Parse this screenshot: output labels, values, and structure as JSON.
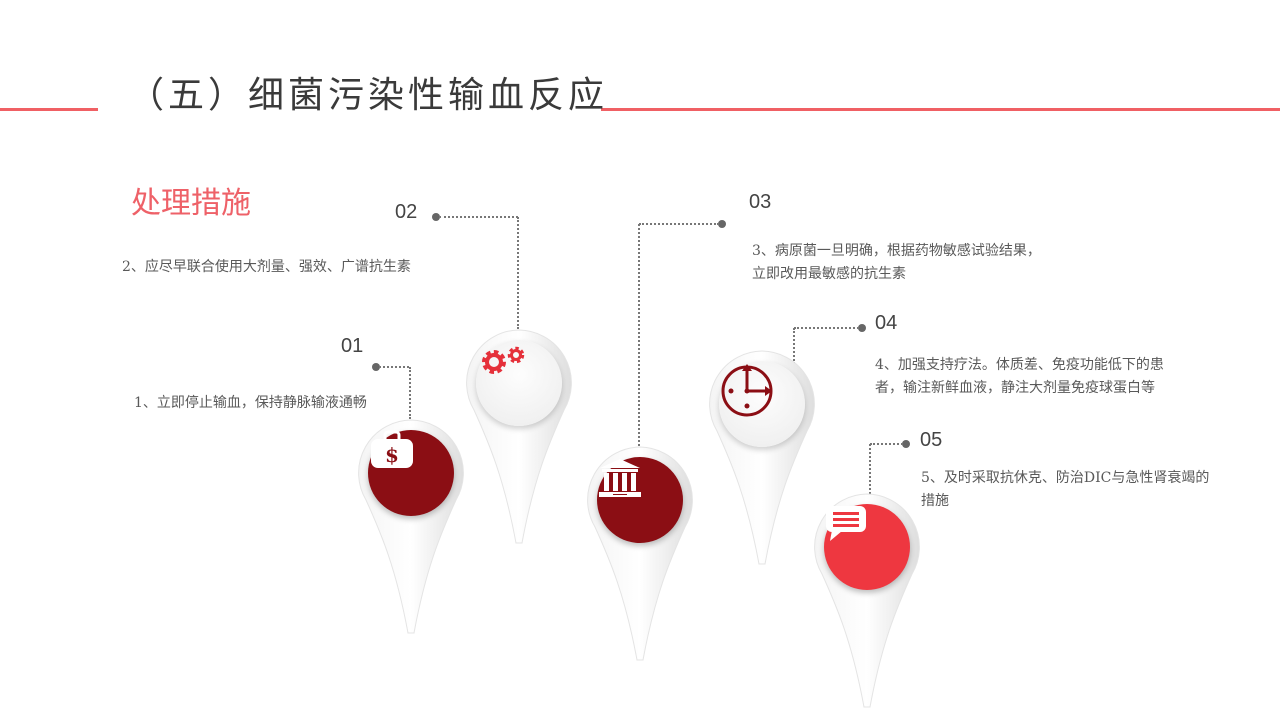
{
  "slide": {
    "title": "（五）细菌污染性输血反应",
    "subtitle": "处理措施",
    "accent_color": "#f06064",
    "dark_red": "#8b0e14",
    "bright_red": "#ee3740"
  },
  "steps": [
    {
      "number": "01",
      "text": "1、立即停止输血，保持静脉输液通畅",
      "icon": "money-bag-icon"
    },
    {
      "number": "02",
      "text": "2、应尽早联合使用大剂量、强效、广谱抗生素",
      "icon": "gears-icon"
    },
    {
      "number": "03",
      "text_line1": "3、病原菌一旦明确，根据药物敏感试验结果，",
      "text_line2": "立即改用最敏感的抗生素",
      "icon": "bank-building-icon"
    },
    {
      "number": "04",
      "text_line1": "4、加强支持疗法。体质差、免疫功能低下的患",
      "text_line2": "者，输注新鲜血液，静注大剂量免疫球蛋白等",
      "icon": "clock-icon"
    },
    {
      "number": "05",
      "text_line1": "5、及时采取抗休克、防治DIC与急性肾衰竭的",
      "text_line2": "措施",
      "icon": "chat-bubble-icon"
    }
  ]
}
